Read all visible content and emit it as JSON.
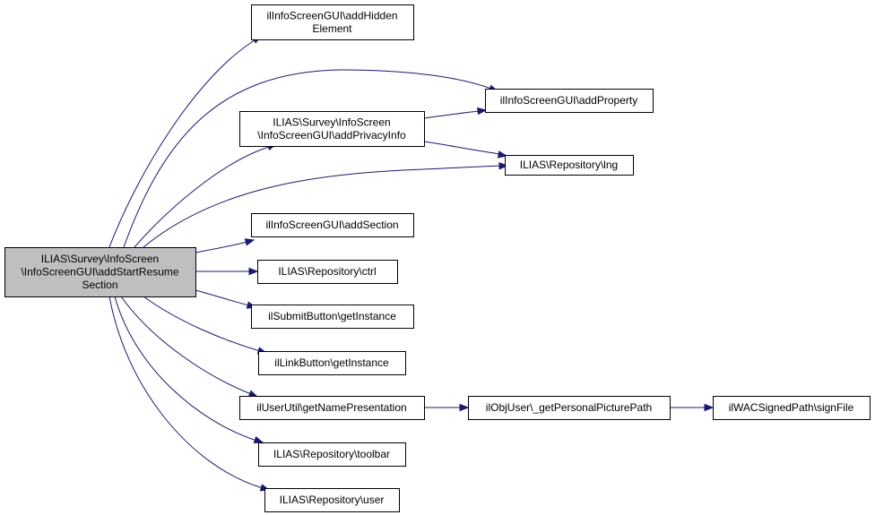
{
  "graph": {
    "root": {
      "id": "root",
      "lines": [
        "ILIAS\\Survey\\InfoScreen",
        "\\InfoScreenGUI\\addStartResume",
        "Section"
      ]
    },
    "nodes": [
      {
        "id": "addHiddenElement",
        "lines": [
          "ilInfoScreenGUI\\addHidden",
          "Element"
        ]
      },
      {
        "id": "addProperty",
        "lines": [
          "ilInfoScreenGUI\\addProperty"
        ]
      },
      {
        "id": "addPrivacyInfo",
        "lines": [
          "ILIAS\\Survey\\InfoScreen",
          "\\InfoScreenGUI\\addPrivacyInfo"
        ]
      },
      {
        "id": "lng",
        "lines": [
          "ILIAS\\Repository\\lng"
        ]
      },
      {
        "id": "addSection",
        "lines": [
          "ilInfoScreenGUI\\addSection"
        ]
      },
      {
        "id": "ctrl",
        "lines": [
          "ILIAS\\Repository\\ctrl"
        ]
      },
      {
        "id": "submitButton",
        "lines": [
          "ilSubmitButton\\getInstance"
        ]
      },
      {
        "id": "linkButton",
        "lines": [
          "ilLinkButton\\getInstance"
        ]
      },
      {
        "id": "getNamePresentation",
        "lines": [
          "ilUserUtil\\getNamePresentation"
        ]
      },
      {
        "id": "getPersonalPicturePath",
        "lines": [
          "ilObjUser\\_getPersonalPicturePath"
        ]
      },
      {
        "id": "signFile",
        "lines": [
          "ilWACSignedPath\\signFile"
        ]
      },
      {
        "id": "toolbar",
        "lines": [
          "ILIAS\\Repository\\toolbar"
        ]
      },
      {
        "id": "user",
        "lines": [
          "ILIAS\\Repository\\user"
        ]
      }
    ],
    "edges": [
      [
        "root",
        "addHiddenElement"
      ],
      [
        "root",
        "addProperty"
      ],
      [
        "root",
        "addPrivacyInfo"
      ],
      [
        "root",
        "lng"
      ],
      [
        "root",
        "addSection"
      ],
      [
        "root",
        "ctrl"
      ],
      [
        "root",
        "submitButton"
      ],
      [
        "root",
        "linkButton"
      ],
      [
        "root",
        "getNamePresentation"
      ],
      [
        "root",
        "toolbar"
      ],
      [
        "root",
        "user"
      ],
      [
        "addPrivacyInfo",
        "addProperty"
      ],
      [
        "addPrivacyInfo",
        "lng"
      ],
      [
        "getNamePresentation",
        "getPersonalPicturePath"
      ],
      [
        "getPersonalPicturePath",
        "signFile"
      ]
    ],
    "colors": {
      "edge": "#191970",
      "root_fill": "#bfbfbf",
      "node_fill": "#ffffff",
      "border": "#000000"
    }
  }
}
